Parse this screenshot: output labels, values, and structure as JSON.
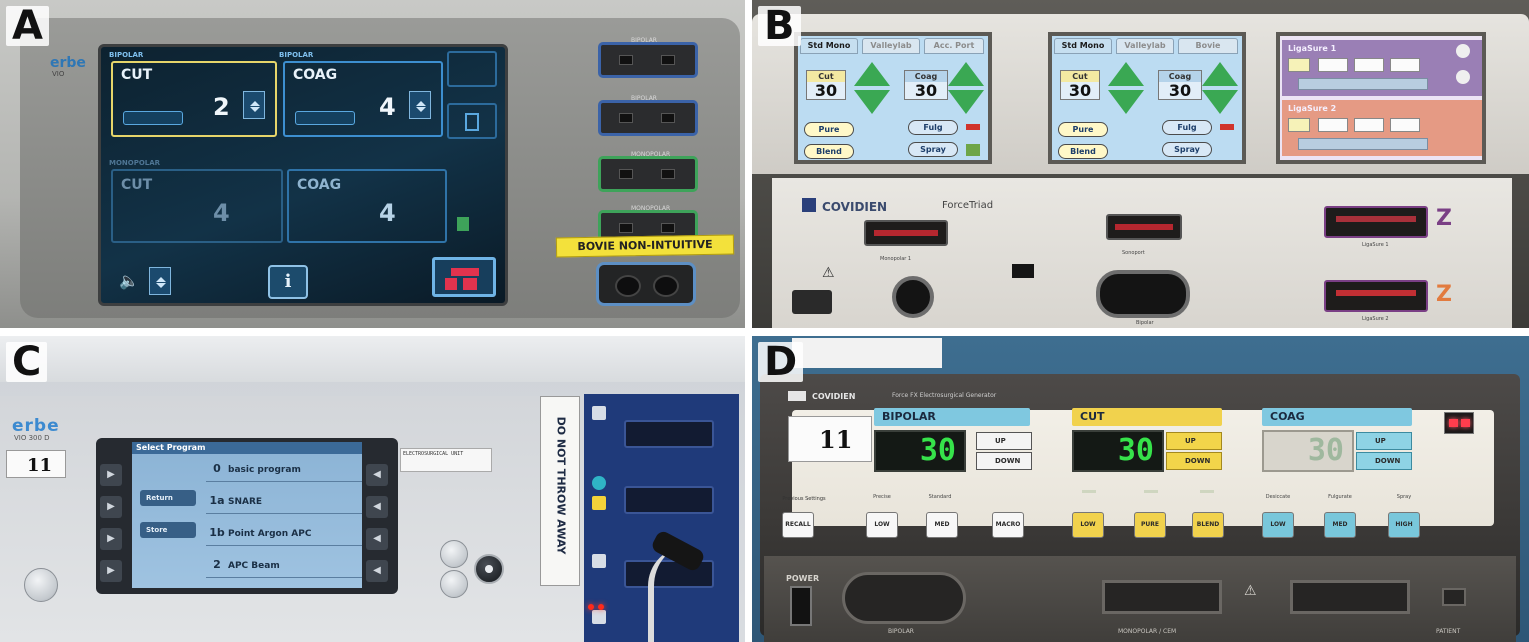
{
  "panels": {
    "a": {
      "label": "A",
      "brand": "erbe",
      "brand_sub": "VIO",
      "upper_left_header": "BIPOLAR",
      "upper_right_header": "BIPOLAR",
      "lower_left_header": "MONOPOLAR",
      "cut_mode": "CUT",
      "coag_mode": "COAG",
      "lower_cut_mode": "CUT",
      "lower_coag_mode": "COAG",
      "cut_value": "2",
      "coag_value": "4",
      "lower_cut_value": "4",
      "lower_coag_value": "4",
      "info_symbol": "i",
      "sticker": "BOVIE NON-INTUITIVE",
      "port_labels": [
        "BIPOLAR",
        "BIPOLAR",
        "MONOPOLAR",
        "MONOPOLAR"
      ]
    },
    "b": {
      "label": "B",
      "screen1_tabs": [
        "Std Mono",
        "Valleylab",
        "Acc. Port"
      ],
      "screen2_tabs": [
        "Std Mono",
        "Valleylab",
        "Bovie"
      ],
      "cut_label": "Cut",
      "coag_label": "Coag",
      "cut_value_1": "30",
      "coag_value_1": "30",
      "cut_value_2": "30",
      "coag_value_2": "30",
      "pure": "Pure",
      "blend": "Blend",
      "fulg": "Fulg",
      "spray": "Spray",
      "ligasure_1": "LigaSure 1",
      "ligasure_2": "LigaSure 2",
      "brand": "COVIDIEN",
      "model": "ForceTriad",
      "port_monopolar": "Monopolar 1",
      "port_sonoport": "Sonoport",
      "port_bipolar": "Bipolar",
      "port_ligasure1": "LigaSure 1",
      "port_ligasure2": "LigaSure 2",
      "z_symbol": "Z"
    },
    "c": {
      "label": "C",
      "brand": "erbe",
      "brand_sub": "VIO 300 D",
      "room_number": "11",
      "screen_title": "Select Program",
      "programs": [
        {
          "number": "0",
          "name": "basic program"
        },
        {
          "number": "1a",
          "name": "SNARE"
        },
        {
          "number": "1b",
          "name": "Point Argon APC"
        },
        {
          "number": "2",
          "name": "APC Beam"
        }
      ],
      "side_return": "Return",
      "side_store": "Store",
      "asset_label": "ELECTROSURGICAL UNIT",
      "sticker": "DO NOT THROW AWAY"
    },
    "d": {
      "label": "D",
      "brand": "COVIDIEN",
      "subtitle": "Force FX  Electrosurgical Generator",
      "room_number": "11",
      "bipolar_header": "BIPOLAR",
      "cut_header": "CUT",
      "coag_header": "COAG",
      "bipolar_value": "30",
      "cut_value": "30",
      "coag_value": "30",
      "up": "UP",
      "down": "DOWN",
      "bipolar_buttons": [
        "LOW",
        "MED",
        "MACRO"
      ],
      "cut_buttons": [
        "LOW",
        "PURE",
        "BLEND"
      ],
      "coag_buttons": [
        "LOW",
        "MED",
        "HIGH"
      ],
      "previous_settings": "RECALL",
      "previous_settings_caption": "Previous Settings",
      "cap_bipolar": [
        "Precise",
        "Standard",
        ""
      ],
      "cap_coag": [
        "Desiccate",
        "Fulgurate",
        "Spray"
      ],
      "power": "POWER",
      "port_bipolar": "BIPOLAR",
      "port_monopolar": "MONOPOLAR / CEM",
      "port_patient": "PATIENT"
    }
  }
}
